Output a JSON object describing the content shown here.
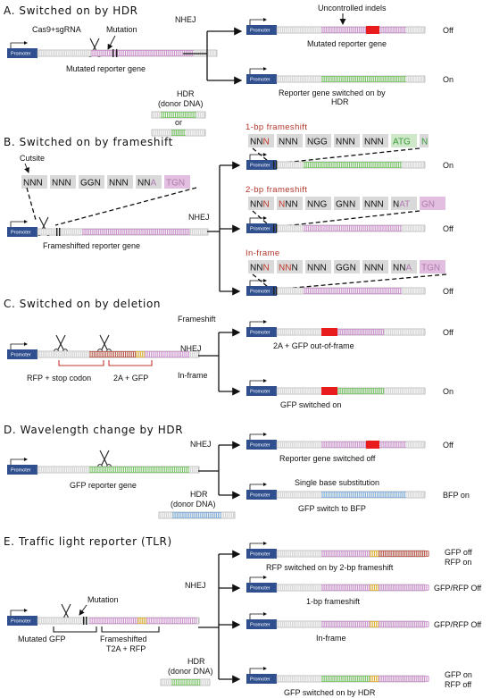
{
  "colors": {
    "promoter": "#2f4f8f",
    "gene_pink": "#c98ac9",
    "gene_green": "#6fbf5a",
    "gene_red": "#b34a3a",
    "gene_blue": "#78a9d8",
    "indel_red": "#e81c1c",
    "yellow": "#e0b030",
    "seq_box": "#d9d9d9",
    "seq_pink": "#e2bfe0",
    "seq_red_text": "#c0392b",
    "seq_green_text": "#3a9a3a",
    "seq_pink_text": "#b07ab0"
  },
  "promoter_label": "Promoter",
  "sections": {
    "A": {
      "title": "A. Switched on by HDR",
      "cas9": "Cas9+sgRNA",
      "mutation": "Mutation",
      "gene_label": "Mutated reporter gene",
      "nhej": "NHEJ",
      "hdr": "HDR",
      "donor": "(donor DNA)",
      "or": "or",
      "uncontrolled": "Uncontrolled indels",
      "out1_label": "Mutated reporter gene",
      "out1_state": "Off",
      "out2_label1": "Reporter gene switched on by",
      "out2_label2": "HDR",
      "out2_state": "On"
    },
    "B": {
      "title": "B. Switched on by frameshift",
      "cutsite": "Cutsite",
      "gene_label": "Frameshifted reporter gene",
      "nhej": "NHEJ",
      "seq_top": [
        "NNN",
        "NNN",
        "GGN",
        "NNN",
        "NNA",
        "TGN"
      ],
      "shift1": "1-bp frameshift",
      "shift1_seq": [
        "NNN",
        "NNN",
        "NGG",
        "NNN",
        "NNN",
        "ATG",
        "N"
      ],
      "shift1_state": "On",
      "shift2": "2-bp frameshift",
      "shift2_seq": [
        "NNN",
        "NNN",
        "NNG",
        "GNN",
        "NNN",
        "NAT",
        "GN"
      ],
      "shift2_state": "Off",
      "inframe": "In-frame",
      "inframe_seq": [
        "NNN",
        "NNN",
        "NNN",
        "GGN",
        "NNN",
        "NNA",
        "TGN"
      ],
      "inframe_state": "Off"
    },
    "C": {
      "title": "C. Switched on by deletion",
      "frameshift": "Frameshift",
      "nhej": "NHEJ",
      "inframe": "In-frame",
      "rfp": "RFP + stop codon",
      "gfp": "2A + GFP",
      "out1_label": "2A + GFP out-of-frame",
      "out1_state": "Off",
      "out2_label": "GFP switched on",
      "out2_state": "On"
    },
    "D": {
      "title": "D. Wavelength change by HDR",
      "gene_label": "GFP reporter gene",
      "nhej": "NHEJ",
      "hdr": "HDR",
      "donor": "(donor DNA)",
      "out1_label": "Reporter gene switched off",
      "out1_state": "Off",
      "substitution": "Single base substitution",
      "out2_label": "GFP switch to BFP",
      "out2_state": "BFP on"
    },
    "E": {
      "title": "E. Traffic light reporter (TLR)",
      "mutation": "Mutation",
      "mutated_gfp": "Mutated GFP",
      "frameshifted1": "Frameshifted",
      "frameshifted2": "T2A + RFP",
      "nhej": "NHEJ",
      "hdr": "HDR",
      "donor": "(donor DNA)",
      "out1_label": "RFP switched on by 2-bp frameshift",
      "out1_state1": "GFP off",
      "out1_state2": "RFP on",
      "out2_label": "1-bp frameshift",
      "out2_state": "GFP/RFP Off",
      "out3_label": "In-frame",
      "out3_state": "GFP/RFP Off",
      "out4_label": "GFP switched on by HDR",
      "out4_state1": "GFP on",
      "out4_state2": "RFP off"
    }
  }
}
